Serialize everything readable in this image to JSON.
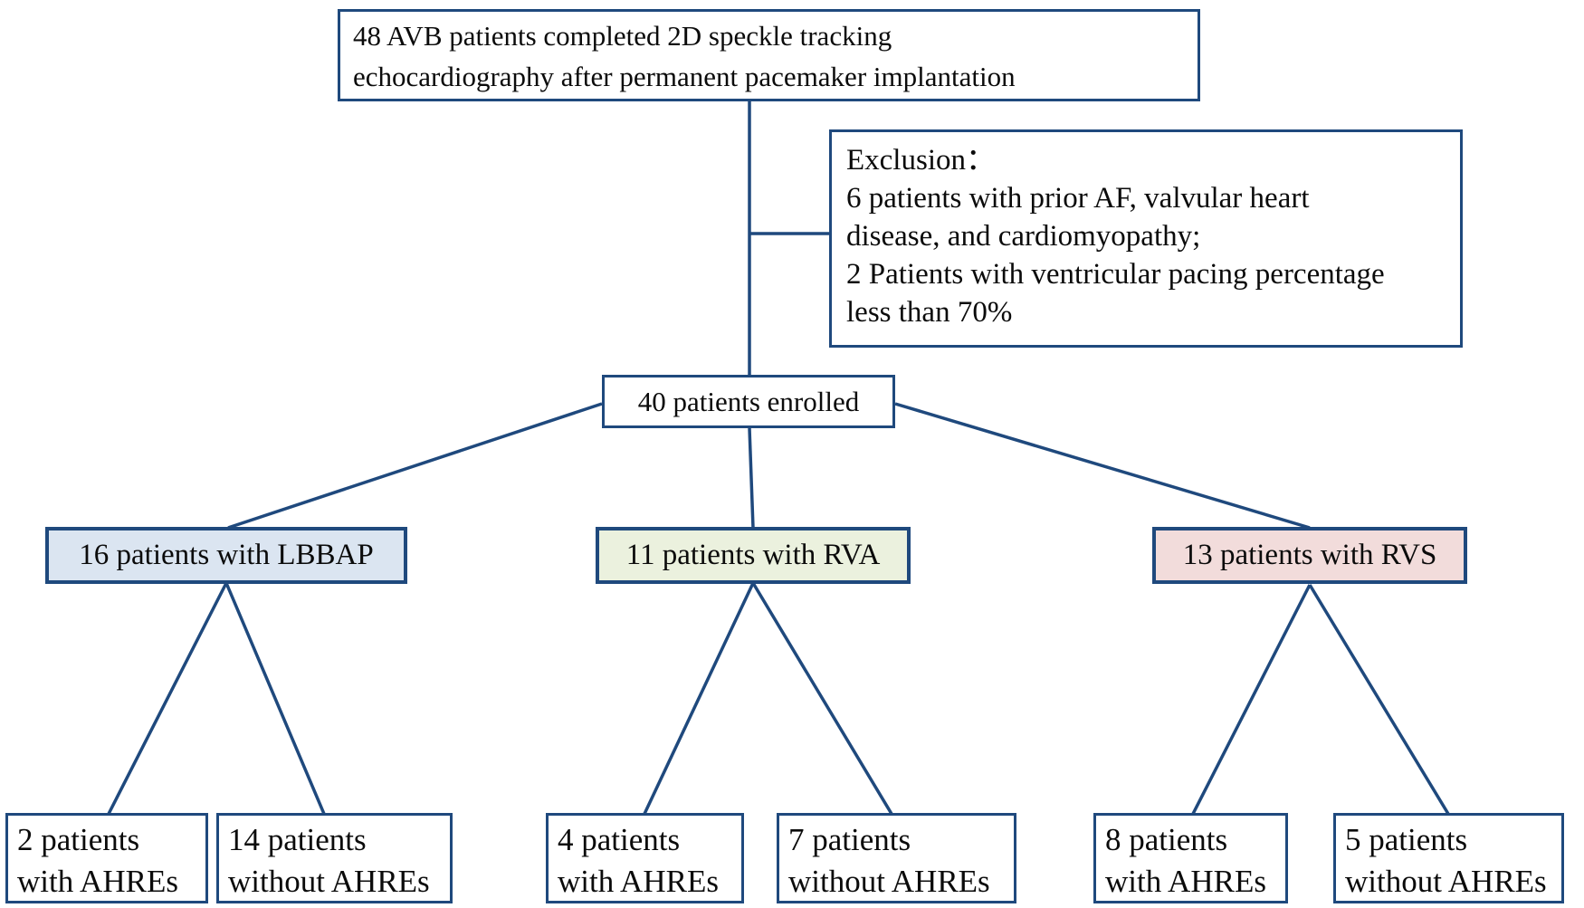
{
  "figure": {
    "type": "patient-flow-diagram",
    "colors": {
      "line": "#1F497D",
      "lbbap_fill": "#dbe5f1",
      "rva_fill": "#ebf1de",
      "rvs_fill": "#f2dcdb"
    },
    "root": {
      "lines": [
        "48 AVB patients completed 2D speckle tracking",
        "echocardiography after permanent pacemaker implantation"
      ]
    },
    "exclusion": {
      "lines": [
        "Exclusion：",
        "6 patients with prior AF, valvular heart",
        "disease, and cardiomyopathy;",
        "2 Patients with ventricular pacing percentage",
        "less than 70%"
      ]
    },
    "enrolled": {
      "label": "40 patients enrolled"
    },
    "groups": [
      {
        "label": "16 patients with LBBAP"
      },
      {
        "label": "11 patients with RVA"
      },
      {
        "label": "13 patients with RVS"
      }
    ],
    "outcomes": [
      {
        "lines": [
          "2 patients",
          "with AHREs"
        ]
      },
      {
        "lines": [
          "14 patients",
          "without AHREs"
        ]
      },
      {
        "lines": [
          "4 patients",
          "with AHREs"
        ]
      },
      {
        "lines": [
          "7 patients",
          "without AHREs"
        ]
      },
      {
        "lines": [
          "8 patients",
          "with AHREs"
        ]
      },
      {
        "lines": [
          "5 patients",
          "without AHREs"
        ]
      }
    ]
  }
}
